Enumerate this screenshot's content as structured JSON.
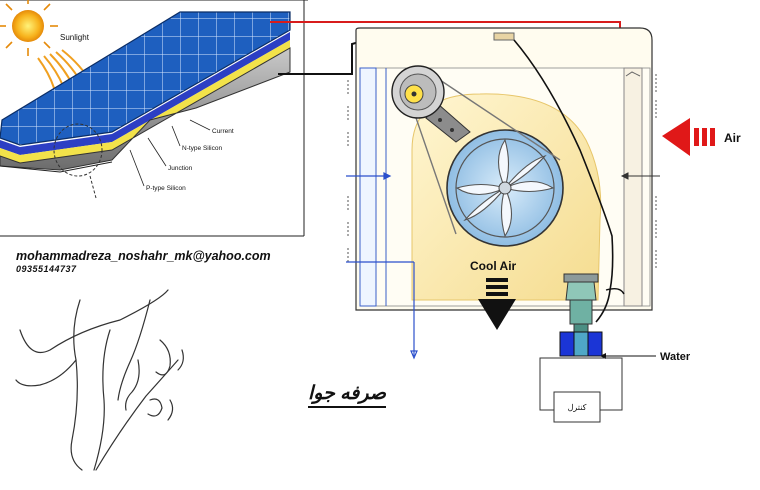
{
  "solar_panel": {
    "sunlight_label": "Sunlight",
    "current_label": "Current",
    "n_type_label": "N-type Silicon",
    "junction_label": "Junction",
    "p_type_label": "P-type Silicon"
  },
  "contact": {
    "email": "mohammadreza_noshahr_mk@yahoo.com",
    "phone": "09355144737"
  },
  "signature": {
    "handwritten_text": "محمدرضا خلیلی"
  },
  "cooler": {
    "air_label": "Air",
    "cool_air_label": "Cool Air",
    "water_label": "Water",
    "control_box_label": "کنترل"
  },
  "caption": {
    "title": "صرفه جوا"
  },
  "colors": {
    "panel_cell_blue": "#1e5fbf",
    "wire_red": "#d81c1c",
    "housing_yellow": "#fbe8a6",
    "fan_blue": "#a9cde9",
    "arrow_red": "#e01818"
  }
}
